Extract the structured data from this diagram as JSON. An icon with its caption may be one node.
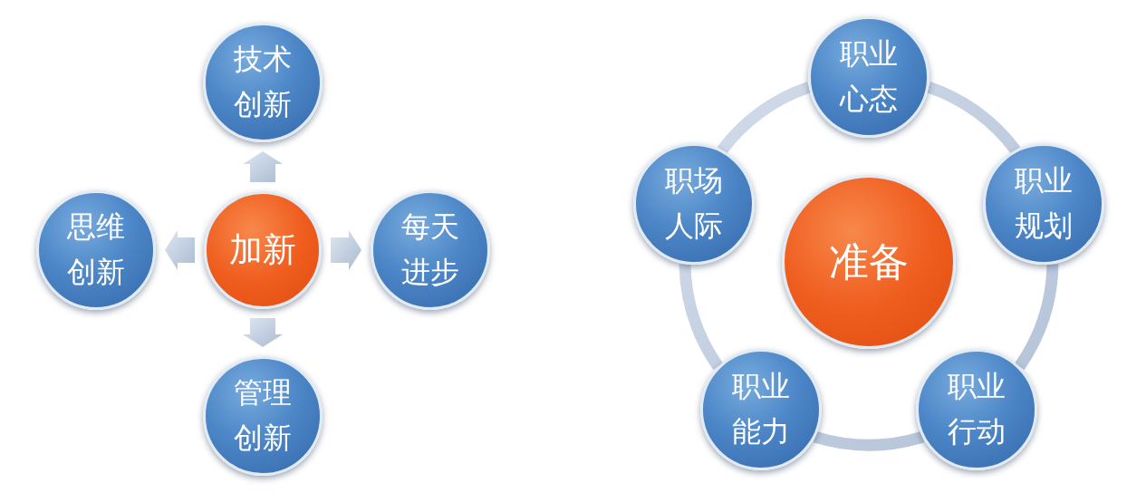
{
  "diagram": {
    "nodes": [
      {
        "text": [
          "技术创新"
        ]
      },
      {
        "text": [
          "思维创新"
        ]
      },
      {
        "text": [
          "加新"
        ]
      },
      {
        "text": [
          "每天进步"
        ]
      },
      {
        "text": [
          "管理创新"
        ]
      },
      {
        "text": [
          "职业心态"
        ]
      },
      {
        "text": [
          "职场人际"
        ]
      },
      {
        "text": [
          "准备"
        ]
      },
      {
        "text": [
          "职业规划"
        ]
      },
      {
        "text": [
          "职业能力"
        ]
      },
      {
        "text": [
          "职业行动"
        ]
      }
    ],
    "edges": [
      {
        "from": 2,
        "to": 0,
        "arrow": "to"
      },
      {
        "from": 2,
        "to": 3,
        "arrow": "to"
      },
      {
        "from": 2,
        "to": 4,
        "arrow": "to"
      },
      {
        "from": 2,
        "to": 1,
        "arrow": "to"
      },
      {
        "from": 5,
        "to": 8,
        "arrow": "none"
      },
      {
        "from": 8,
        "to": 10,
        "arrow": "none"
      },
      {
        "from": 10,
        "to": 9,
        "arrow": "none"
      },
      {
        "from": 9,
        "to": 6,
        "arrow": "none"
      },
      {
        "from": 6,
        "to": 5,
        "arrow": "none"
      }
    ]
  }
}
